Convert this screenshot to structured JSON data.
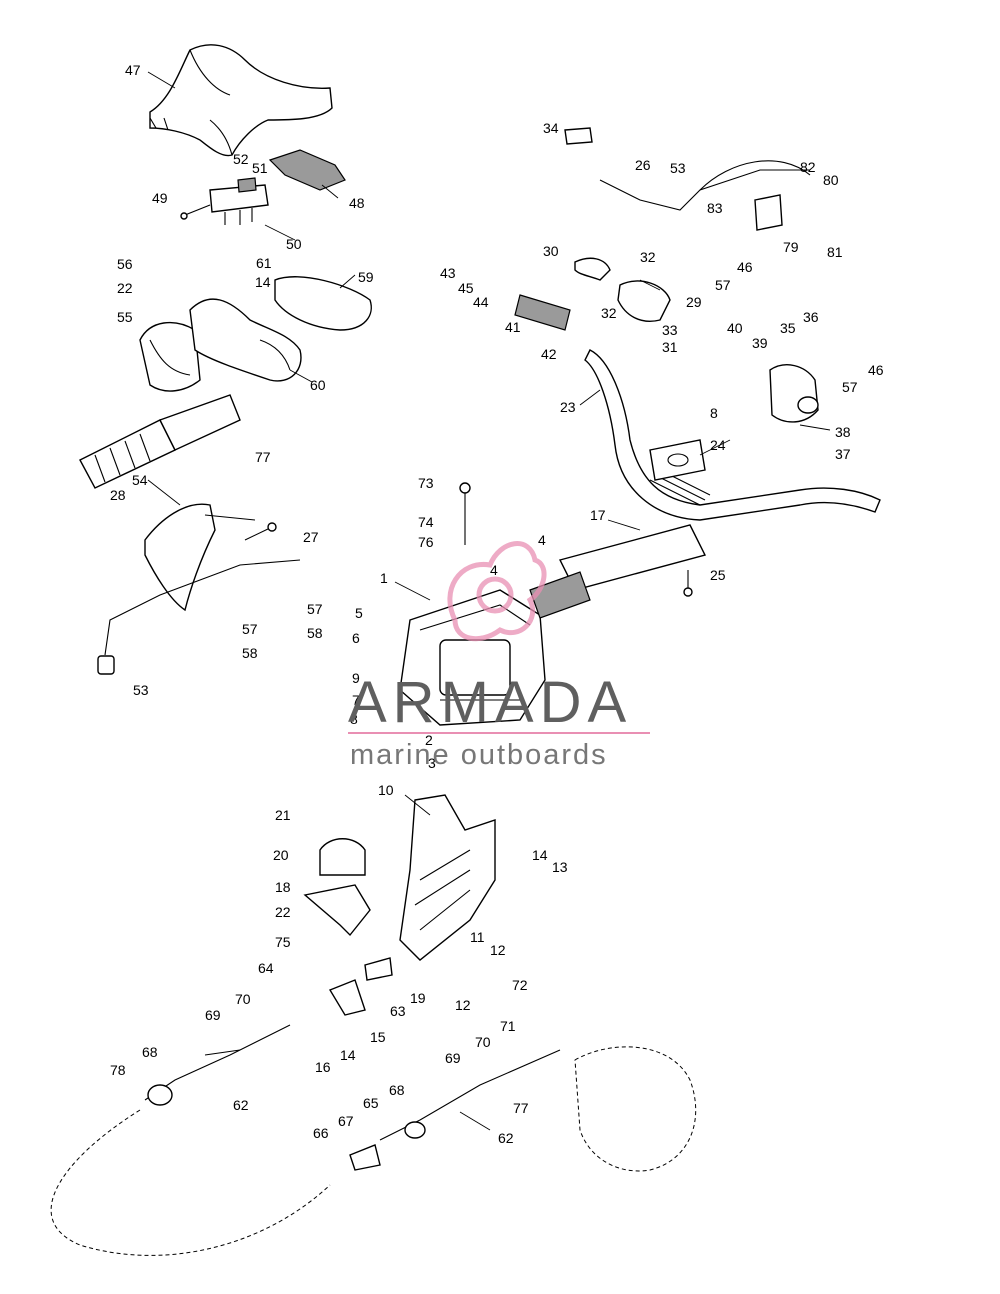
{
  "diagram": {
    "callouts": [
      "1",
      "2",
      "3",
      "4",
      "4",
      "5",
      "6",
      "7",
      "8",
      "8",
      "9",
      "10",
      "11",
      "12",
      "12",
      "13",
      "14",
      "14",
      "14",
      "15",
      "16",
      "17",
      "18",
      "19",
      "20",
      "21",
      "22",
      "22",
      "23",
      "24",
      "25",
      "26",
      "27",
      "28",
      "29",
      "30",
      "31",
      "32",
      "32",
      "33",
      "34",
      "35",
      "36",
      "37",
      "38",
      "39",
      "40",
      "41",
      "42",
      "43",
      "44",
      "45",
      "46",
      "46",
      "47",
      "48",
      "49",
      "50",
      "51",
      "52",
      "53",
      "53",
      "54",
      "55",
      "56",
      "57",
      "57",
      "57",
      "57",
      "58",
      "58",
      "59",
      "60",
      "61",
      "62",
      "62",
      "63",
      "64",
      "65",
      "66",
      "67",
      "68",
      "68",
      "69",
      "69",
      "70",
      "70",
      "71",
      "72",
      "73",
      "74",
      "75",
      "76",
      "77",
      "77",
      "78",
      "79",
      "80",
      "81",
      "82",
      "83"
    ]
  },
  "watermark": {
    "title": "ARMADA",
    "subtitle": "marine outboards",
    "logo_color": "#e98fb3",
    "text_color": "#5f5f5f"
  }
}
